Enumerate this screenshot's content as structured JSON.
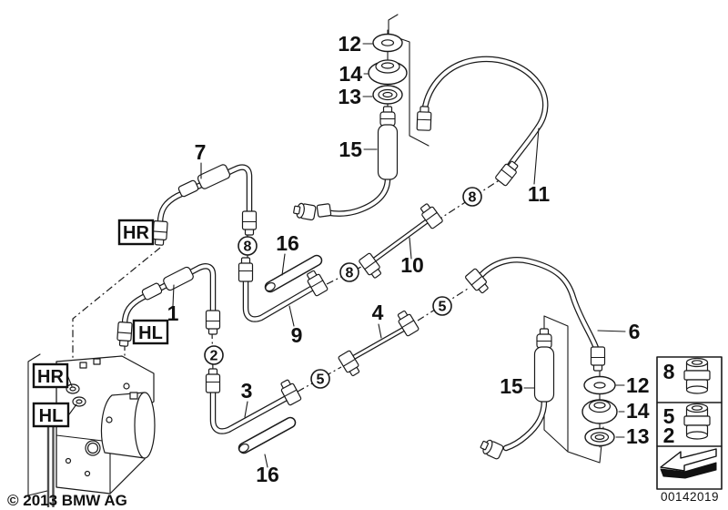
{
  "meta": {
    "description": "BMW rear brake line / brake hose parts diagram",
    "colors": {
      "background": "#ffffff",
      "line": "#1a1a1a"
    }
  },
  "callouts": {
    "n1": "1",
    "n2": "2",
    "n3": "3",
    "n4": "4",
    "n5": "5",
    "n6": "6",
    "n7": "7",
    "n8": "8",
    "n9": "9",
    "n10": "10",
    "n11": "11",
    "n12": "12",
    "n13": "13",
    "n14": "14",
    "n15": "15",
    "n16": "16"
  },
  "position_labels": {
    "hr": "HR",
    "hl": "HL"
  },
  "legend": {
    "row1_ref": "8",
    "row2_ref_a": "5",
    "row2_ref_b": "2"
  },
  "footer": {
    "copyright": "© 2013 BMW AG",
    "plate_number": "00142019"
  }
}
